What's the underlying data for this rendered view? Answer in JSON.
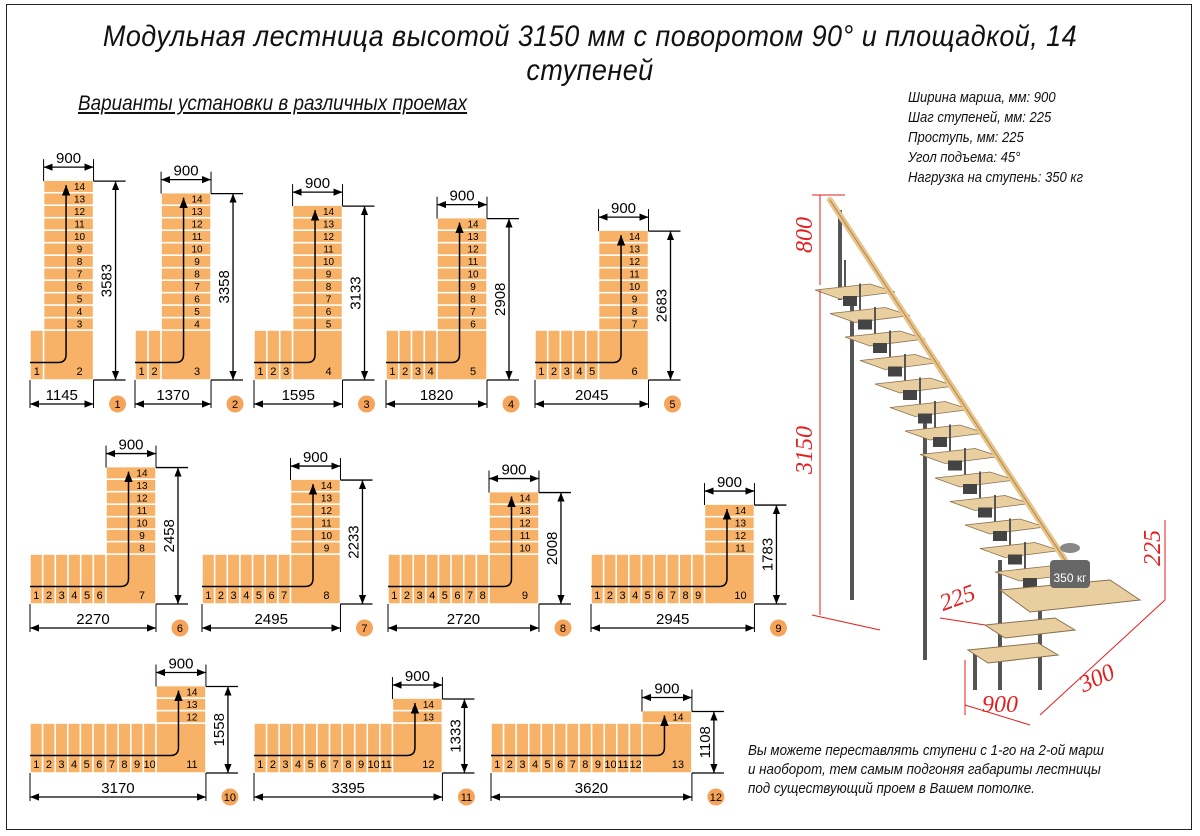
{
  "title": "Модульная лестница высотой 3150 мм с поворотом 90° и площадкой, 14 ступеней",
  "subtitle": "Варианты установки в различных проемах",
  "specs": [
    "Ширина марша, мм: 900",
    "Шаг ступеней, мм: 225",
    "Проступь, мм: 225",
    "Угол подъема: 45°",
    "Нагрузка на ступень: 350 кг"
  ],
  "note": [
    "Вы можете переставлять ступени с 1-го на 2-ой марш",
    "и наоборот, тем самым подгоняя габариты лестницы",
    "под существующий проем в Вашем потолке."
  ],
  "colors": {
    "step": "#f7b267",
    "badge": "#f5a45a",
    "red": "#e41e1e",
    "rail": "#e8c38a"
  },
  "march_width": "900",
  "total_steps": 14,
  "variants": [
    {
      "num": "1",
      "width": "1145",
      "height": "3583",
      "bottom_steps": 1
    },
    {
      "num": "2",
      "width": "1370",
      "height": "3358",
      "bottom_steps": 2
    },
    {
      "num": "3",
      "width": "1595",
      "height": "3133",
      "bottom_steps": 3
    },
    {
      "num": "4",
      "width": "1820",
      "height": "2908",
      "bottom_steps": 4
    },
    {
      "num": "5",
      "width": "2045",
      "height": "2683",
      "bottom_steps": 5
    },
    {
      "num": "6",
      "width": "2270",
      "height": "2458",
      "bottom_steps": 6
    },
    {
      "num": "7",
      "width": "2495",
      "height": "2233",
      "bottom_steps": 7
    },
    {
      "num": "8",
      "width": "2720",
      "height": "2008",
      "bottom_steps": 8
    },
    {
      "num": "9",
      "width": "2945",
      "height": "1783",
      "bottom_steps": 9
    },
    {
      "num": "10",
      "width": "3170",
      "height": "1558",
      "bottom_steps": 10
    },
    {
      "num": "11",
      "width": "3395",
      "height": "1333",
      "bottom_steps": 11
    },
    {
      "num": "12",
      "width": "3620",
      "height": "1108",
      "bottom_steps": 12
    }
  ],
  "render": {
    "dims": {
      "top": "800",
      "height": "3150",
      "riser_top": "225",
      "riser_left": "225",
      "width": "900",
      "depth": "300"
    },
    "weight_label": "350 кг"
  }
}
